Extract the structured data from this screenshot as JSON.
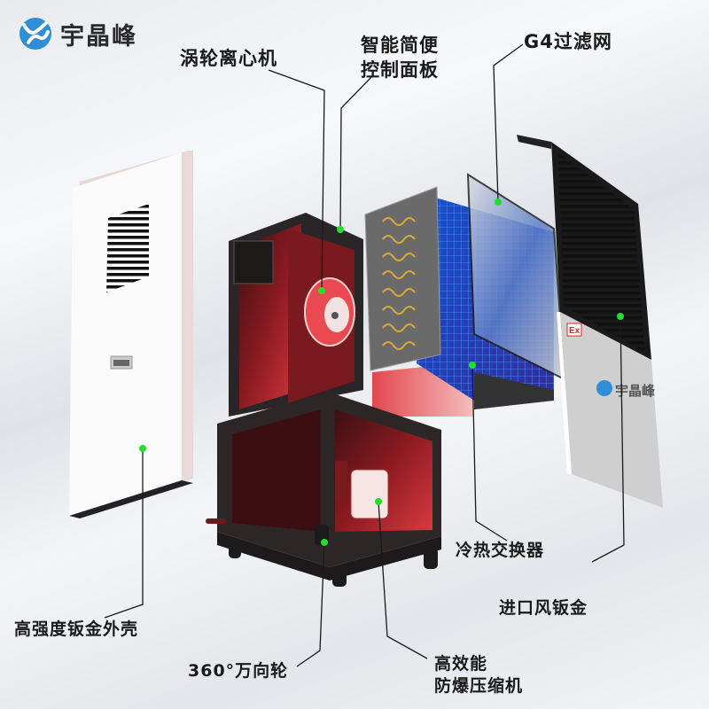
{
  "brand": {
    "name": "宇晶峰",
    "logo_icon": "yf-swirl-logo-icon",
    "accent": "#2e8fd6"
  },
  "product": {
    "type": "exploded-view explosion-proof air conditioner",
    "badge": "Ex",
    "panel_brand": "宇晶峰"
  },
  "labels": {
    "turbo_fan": "涡轮离心机",
    "control_panel_line1": "智能简便",
    "control_panel_line2": "控制面板",
    "g4_filter": "G4过滤网",
    "heat_exchanger": "冷热交换器",
    "inlet_sheet_metal": "进口风钣金",
    "housing": "高强度钣金外壳",
    "caster": "360°万向轮",
    "compressor_line1": "高效能",
    "compressor_line2": "防爆压缩机"
  },
  "colors": {
    "marker": "#22e02a",
    "leader": "#1a1a1a",
    "frame_red": "#c4232c",
    "frame_dark": "#2a2526",
    "coil_blue": "#1e5ad6",
    "coil_gold": "#d9a93a",
    "badge_red": "#d62a2a"
  }
}
